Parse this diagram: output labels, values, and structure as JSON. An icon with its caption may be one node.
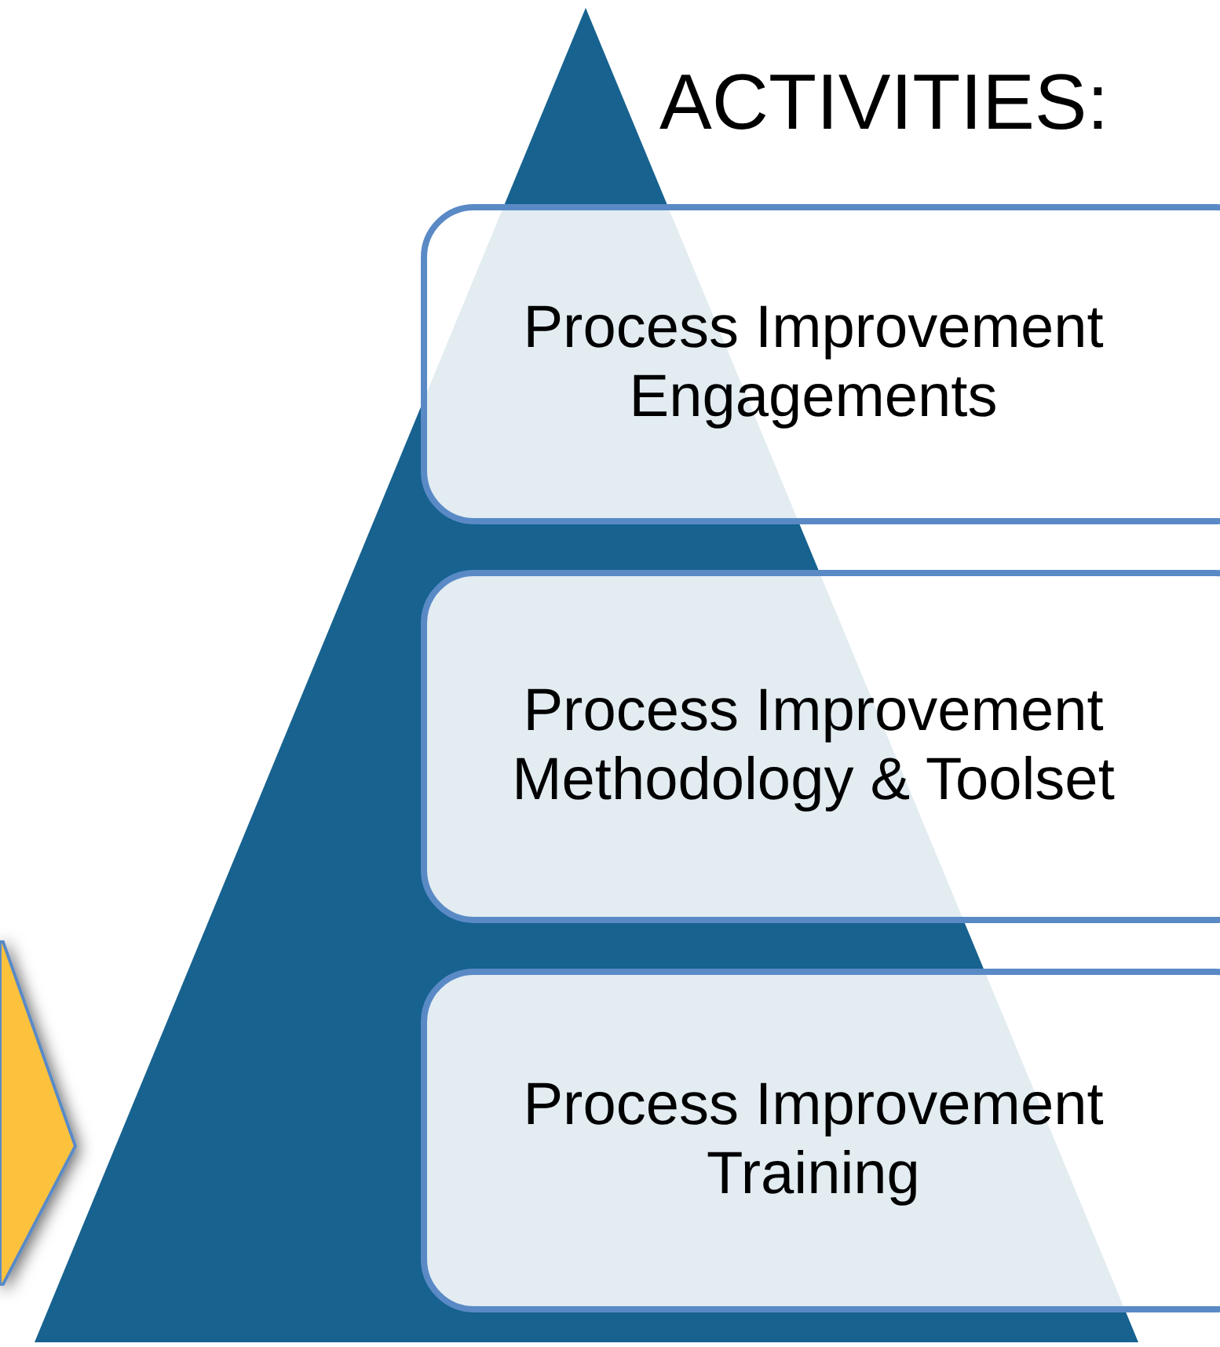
{
  "diagram": {
    "title": "ACTIVITIES:",
    "nodes": [
      {
        "text": [
          "Process Improvement Engagements"
        ]
      },
      {
        "text": [
          "Process Improvement Methodology & Toolset"
        ]
      },
      {
        "text": [
          "Process Improvement Training"
        ]
      },
      {
        "text": [],
        "shape": "chevron"
      }
    ]
  }
}
